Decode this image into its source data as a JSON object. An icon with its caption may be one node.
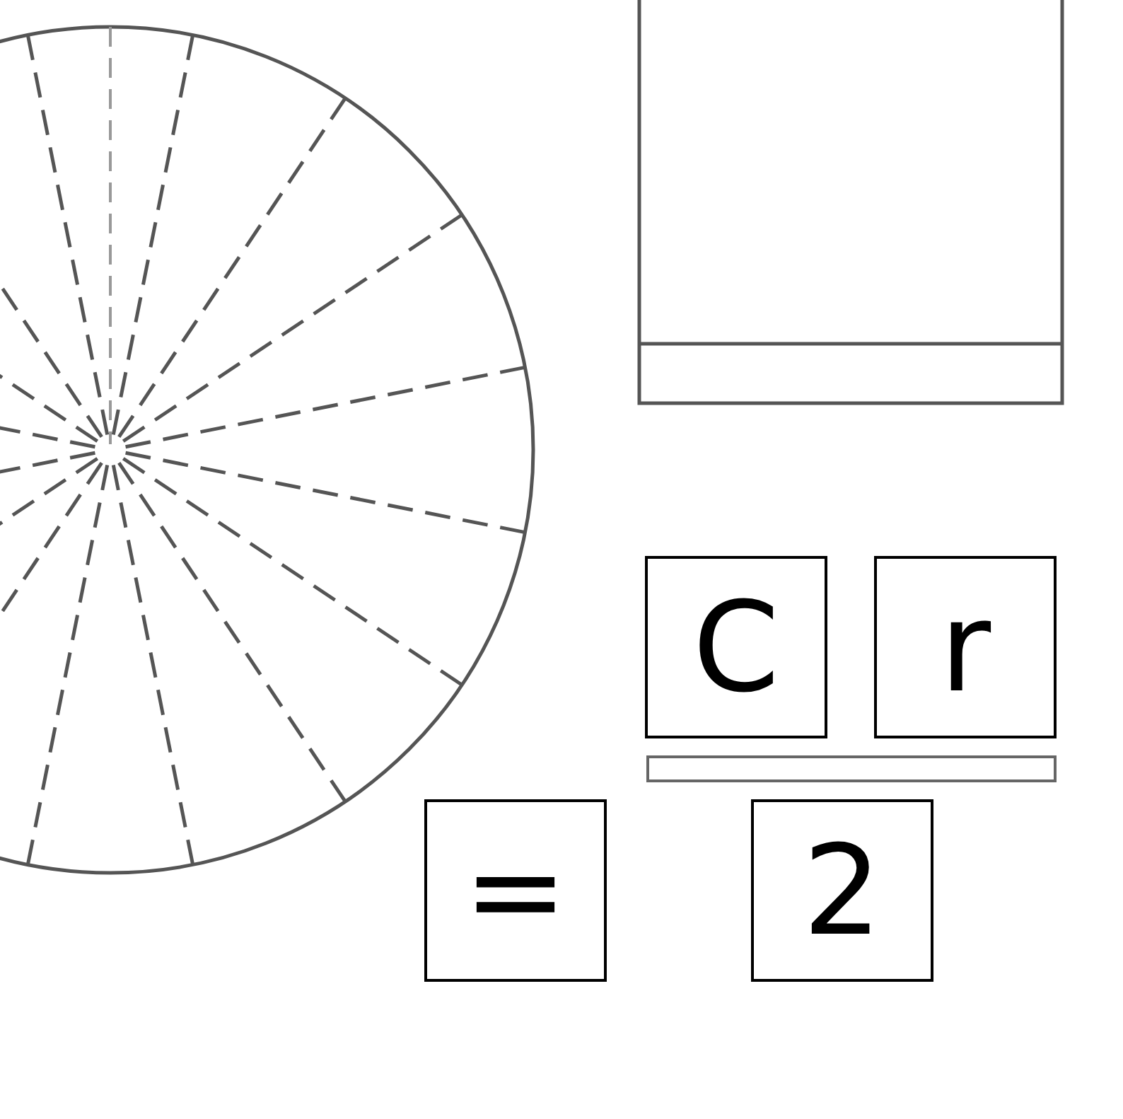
{
  "diagram": {
    "nodes": [
      {
        "text": [],
        "shape": "circle"
      },
      {
        "text": [],
        "shape": "box"
      },
      {
        "text": [
          "C"
        ]
      },
      {
        "text": [
          "r"
        ]
      },
      {
        "text": [],
        "shape": "bar"
      },
      {
        "text": [
          "="
        ]
      },
      {
        "text": [
          "2"
        ]
      }
    ]
  }
}
